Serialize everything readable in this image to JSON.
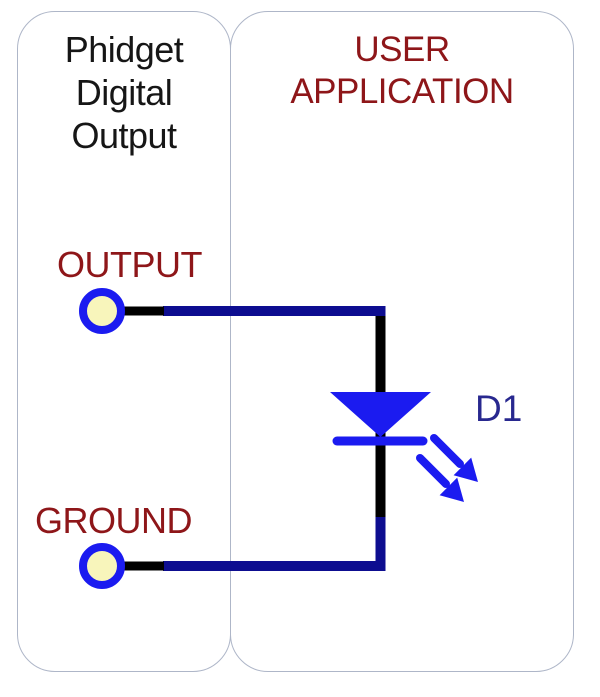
{
  "colors": {
    "background": "#ffffff",
    "panel_border": "#aeb6c8",
    "title_black": "#161616",
    "title_red": "#8e1619",
    "wire_navy": "#0d0d90",
    "wire_black": "#000000",
    "component_blue": "#1b1bf0",
    "terminal_fill": "#f8f5bb",
    "d1_label": "#28288f"
  },
  "panels": {
    "left": {
      "title_lines": [
        "Phidget",
        "Digital",
        "Output"
      ]
    },
    "right": {
      "title_lines": [
        "USER",
        "APPLICATION"
      ]
    }
  },
  "terminals": {
    "output": {
      "label": "OUTPUT"
    },
    "ground": {
      "label": "GROUND"
    }
  },
  "components": {
    "led": {
      "designator": "D1",
      "symbol": "led-with-emission-arrows"
    }
  }
}
